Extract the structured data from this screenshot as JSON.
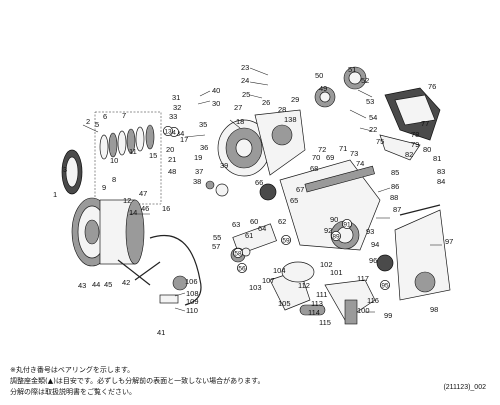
{
  "notes": [
    "※丸付き番号はベアリングを示します。",
    "調整座金類(▲)は目安です。必ずしも分解前の表面と一致しない場合があります。",
    "分解の際は取扱説明書をご覧ください。"
  ],
  "doc_id": "(211123)_002",
  "callouts": [
    {
      "id": "c1",
      "label": "1"
    },
    {
      "id": "c2",
      "label": "2"
    },
    {
      "id": "c3",
      "label": "3"
    },
    {
      "id": "c5",
      "label": "5"
    },
    {
      "id": "c6",
      "label": "6"
    },
    {
      "id": "c7",
      "label": "7"
    },
    {
      "id": "c8",
      "label": "8"
    },
    {
      "id": "c9",
      "label": "9"
    },
    {
      "id": "c10",
      "label": "10"
    },
    {
      "id": "c11",
      "label": "11"
    },
    {
      "id": "c12",
      "label": "12"
    },
    {
      "id": "c14",
      "label": "14"
    },
    {
      "id": "c15",
      "label": "15"
    },
    {
      "id": "c16",
      "label": "16"
    },
    {
      "id": "c17",
      "label": "17"
    },
    {
      "id": "c18",
      "label": "18"
    },
    {
      "id": "c19",
      "label": "19"
    },
    {
      "id": "c20",
      "label": "20"
    },
    {
      "id": "c21",
      "label": "21"
    },
    {
      "id": "c22",
      "label": "22"
    },
    {
      "id": "c23",
      "label": "23"
    },
    {
      "id": "c24",
      "label": "24"
    },
    {
      "id": "c25",
      "label": "25"
    },
    {
      "id": "c26",
      "label": "26"
    },
    {
      "id": "c27",
      "label": "27"
    },
    {
      "id": "c28",
      "label": "28"
    },
    {
      "id": "c29",
      "label": "29"
    },
    {
      "id": "c30",
      "label": "30"
    },
    {
      "id": "c31",
      "label": "31"
    },
    {
      "id": "c32",
      "label": "32"
    },
    {
      "id": "c33",
      "label": "33"
    },
    {
      "id": "c34",
      "label": "34"
    },
    {
      "id": "c35",
      "label": "35"
    },
    {
      "id": "c36",
      "label": "36"
    },
    {
      "id": "c37",
      "label": "37"
    },
    {
      "id": "c38",
      "label": "38"
    },
    {
      "id": "c39",
      "label": "39"
    },
    {
      "id": "c40",
      "label": "40"
    },
    {
      "id": "c41",
      "label": "41"
    },
    {
      "id": "c42",
      "label": "42"
    },
    {
      "id": "c43",
      "label": "43"
    },
    {
      "id": "c44",
      "label": "44"
    },
    {
      "id": "c45",
      "label": "45"
    },
    {
      "id": "c46",
      "label": "46"
    },
    {
      "id": "c47",
      "label": "47"
    },
    {
      "id": "c48",
      "label": "48"
    },
    {
      "id": "c49",
      "label": "49"
    },
    {
      "id": "c50",
      "label": "50"
    },
    {
      "id": "c51",
      "label": "51"
    },
    {
      "id": "c52",
      "label": "52"
    },
    {
      "id": "c53",
      "label": "53"
    },
    {
      "id": "c54",
      "label": "54"
    },
    {
      "id": "c55",
      "label": "55"
    },
    {
      "id": "c57",
      "label": "57"
    },
    {
      "id": "c60",
      "label": "60"
    },
    {
      "id": "c61",
      "label": "61"
    },
    {
      "id": "c62",
      "label": "62"
    },
    {
      "id": "c63",
      "label": "63"
    },
    {
      "id": "c64",
      "label": "64"
    },
    {
      "id": "c65",
      "label": "65"
    },
    {
      "id": "c66",
      "label": "66"
    },
    {
      "id": "c67",
      "label": "67"
    },
    {
      "id": "c68",
      "label": "68"
    },
    {
      "id": "c69",
      "label": "69"
    },
    {
      "id": "c70",
      "label": "70"
    },
    {
      "id": "c71",
      "label": "71"
    },
    {
      "id": "c72",
      "label": "72"
    },
    {
      "id": "c73",
      "label": "73"
    },
    {
      "id": "c74",
      "label": "74"
    },
    {
      "id": "c75",
      "label": "75"
    },
    {
      "id": "c76",
      "label": "76"
    },
    {
      "id": "c77",
      "label": "77"
    },
    {
      "id": "c78",
      "label": "78"
    },
    {
      "id": "c79",
      "label": "79"
    },
    {
      "id": "c80",
      "label": "80"
    },
    {
      "id": "c81",
      "label": "81"
    },
    {
      "id": "c82",
      "label": "82"
    },
    {
      "id": "c83",
      "label": "83"
    },
    {
      "id": "c84",
      "label": "84"
    },
    {
      "id": "c85",
      "label": "85"
    },
    {
      "id": "c86",
      "label": "86"
    },
    {
      "id": "c87",
      "label": "87"
    },
    {
      "id": "c88",
      "label": "88"
    },
    {
      "id": "c90",
      "label": "90"
    },
    {
      "id": "c92",
      "label": "92"
    },
    {
      "id": "c93",
      "label": "93"
    },
    {
      "id": "c94",
      "label": "94"
    },
    {
      "id": "c96",
      "label": "96"
    },
    {
      "id": "c97",
      "label": "97"
    },
    {
      "id": "c98",
      "label": "98"
    },
    {
      "id": "c99",
      "label": "99"
    },
    {
      "id": "c100",
      "label": "100"
    },
    {
      "id": "c101",
      "label": "101"
    },
    {
      "id": "c102",
      "label": "102"
    },
    {
      "id": "c103",
      "label": "103"
    },
    {
      "id": "c104",
      "label": "104"
    },
    {
      "id": "c105",
      "label": "105"
    },
    {
      "id": "c106",
      "label": "106"
    },
    {
      "id": "c107",
      "label": "107"
    },
    {
      "id": "c108",
      "label": "108"
    },
    {
      "id": "c109",
      "label": "109"
    },
    {
      "id": "c110",
      "label": "110"
    },
    {
      "id": "c111",
      "label": "111"
    },
    {
      "id": "c112",
      "label": "112"
    },
    {
      "id": "c113",
      "label": "113"
    },
    {
      "id": "c114",
      "label": "114"
    },
    {
      "id": "c115",
      "label": "115"
    },
    {
      "id": "c116",
      "label": "116"
    },
    {
      "id": "c117",
      "label": "117"
    },
    {
      "id": "c138",
      "label": "138"
    }
  ],
  "circled": [
    {
      "id": "b4",
      "label": "4"
    },
    {
      "id": "b13",
      "label": "13"
    },
    {
      "id": "b56",
      "label": "56"
    },
    {
      "id": "b58",
      "label": "58"
    },
    {
      "id": "b59",
      "label": "59"
    },
    {
      "id": "b89",
      "label": "89"
    },
    {
      "id": "b91",
      "label": "91"
    },
    {
      "id": "b95",
      "label": "95"
    }
  ]
}
